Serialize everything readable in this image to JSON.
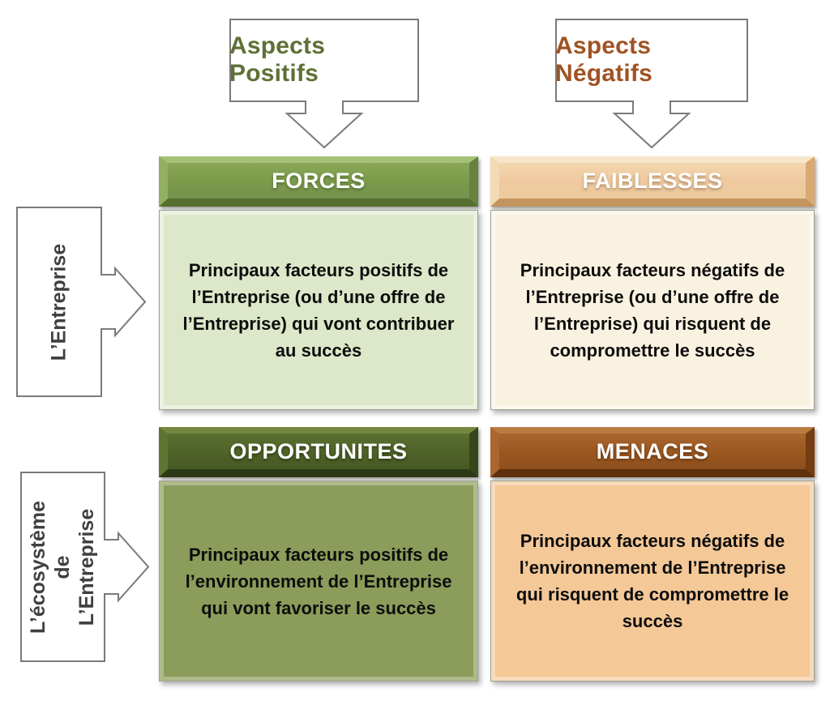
{
  "diagram": {
    "type": "SWOT (matrice FFOM)",
    "colors": {
      "positive_label_text": "#5e7136",
      "negative_label_text": "#a05222",
      "forces_header": "#7b9a4a",
      "forces_body": "#dde7c9",
      "faiblesses_header": "#efc99f",
      "faiblesses_body": "#faf2e1",
      "opportunites_header": "#4f6228",
      "opportunites_body": "#8c9c5a",
      "menaces_header": "#9a561f",
      "menaces_body": "#f4c897",
      "callout_border": "#7a7a7a",
      "body_text": "#0d0d0d"
    },
    "top_labels": {
      "positive": "Aspects Positifs",
      "negative": "Aspects Négatifs"
    },
    "side_labels": {
      "enterprise": "L’Entreprise",
      "ecosystem": "L’écosystème\nde L’Entreprise"
    },
    "quadrants": [
      {
        "title": "FORCES",
        "body": "Principaux facteurs positifs de l’Entreprise (ou d’une offre de l’Entreprise) qui vont contribuer au succès"
      },
      {
        "title": "FAIBLESSES",
        "body": "Principaux facteurs négatifs de l’Entreprise (ou d’une offre de l’Entreprise) qui risquent de compromettre le succès"
      },
      {
        "title": "OPPORTUNITES",
        "body": "Principaux facteurs positifs de l’environnement de l’Entreprise qui vont favoriser le succès"
      },
      {
        "title": "MENACES",
        "body": "Principaux facteurs négatifs de l’environnement  de l’Entreprise qui risquent de compromettre le succès"
      }
    ]
  }
}
